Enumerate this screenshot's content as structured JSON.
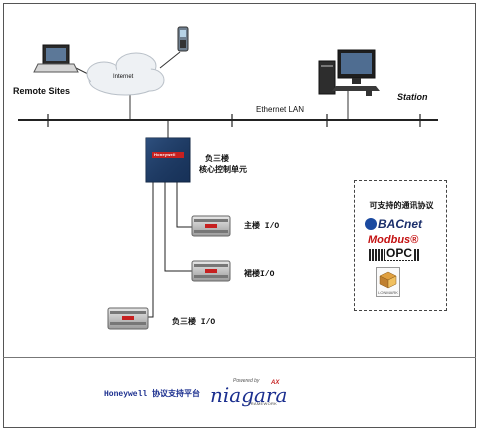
{
  "labels": {
    "internet": "Internet",
    "remote_sites": "Remote Sites",
    "station": "Station",
    "ethernet": "Ethernet LAN",
    "controller_line1": "负三楼",
    "controller_line2": "核心控制单元",
    "io_main": "主楼 I/O",
    "io_annex": "裙楼I/O",
    "io_b3": "负三楼 I/O",
    "honeywell_brand": "Honeywell"
  },
  "protocols": {
    "title": "可支持的通讯协议",
    "bacnet": "BACnet",
    "modbus": "Modbus®",
    "opc": "OPC",
    "lonmark": "LONMARK"
  },
  "footer": {
    "text": "Honeywell 协议支持平台",
    "powered_by": "Powered by",
    "niagara": "niagara",
    "ax": "AX",
    "framework": "FRAMEWORK"
  },
  "colors": {
    "controller": "#1c3a66",
    "honeywell_red": "#c62020",
    "niagara_blue": "#1b2f8f"
  }
}
